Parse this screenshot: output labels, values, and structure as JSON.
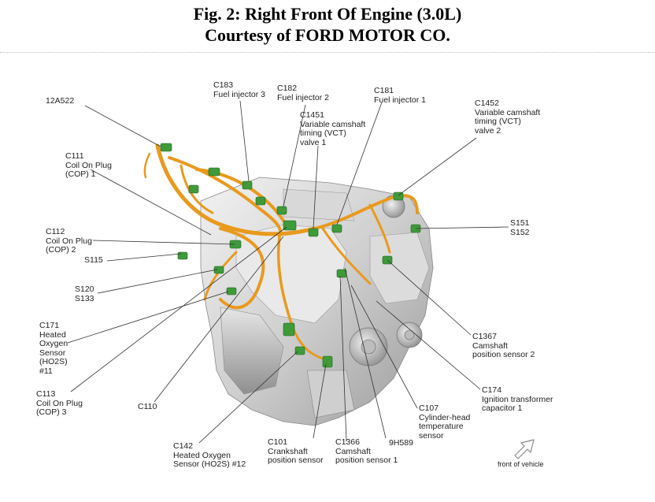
{
  "title": {
    "line1": "Fig. 2: Right Front Of Engine (3.0L)",
    "line2": "Courtesy of FORD MOTOR CO."
  },
  "front_label": "front of vehicle",
  "colors": {
    "harness": "#e89a1e",
    "connector": "#3f9a3a",
    "engine": "#d4d4d4",
    "leader": "#333333"
  },
  "labels": {
    "c183": [
      "C183",
      "Fuel injector 3"
    ],
    "c182": [
      "C182",
      "Fuel injector 2"
    ],
    "c181": [
      "C181",
      "Fuel injector 1"
    ],
    "c1451": [
      "C1451",
      "Variable camshaft",
      "timing (VCT)",
      "valve 1"
    ],
    "c1452": [
      "C1452",
      "Variable camshaft",
      "timing (VCT)",
      "valve 2"
    ],
    "a12a522": [
      "12A522"
    ],
    "c111": [
      "C111",
      "Coil On Plug",
      "(COP) 1"
    ],
    "c112": [
      "C112",
      "Coil On Plug",
      "(COP) 2"
    ],
    "s115": [
      "S115"
    ],
    "s120": [
      "S120",
      "S133"
    ],
    "c171": [
      "C171",
      "Heated",
      "Oxygen",
      "Sensor",
      "(HO2S)",
      "#11"
    ],
    "c113": [
      "C113",
      "Coil On Plug",
      "(COP) 3"
    ],
    "c110": [
      "C110"
    ],
    "s151": [
      "S151",
      "S152"
    ],
    "c1367": [
      "C1367",
      "Camshaft",
      "position sensor 2"
    ],
    "c174": [
      "C174",
      "Ignition transformer",
      "capacitor 1"
    ],
    "c107": [
      "C107",
      "Cylinder-head",
      "temperature",
      "sensor"
    ],
    "a9h589": [
      "9H589"
    ],
    "c1366": [
      "C1366",
      "Camshaft",
      "position sensor 1"
    ],
    "c101": [
      "C101",
      "Crankshaft",
      "position sensor"
    ],
    "c142": [
      "C142",
      "Heated Oxygen",
      "Sensor (HO2S) #12"
    ]
  }
}
